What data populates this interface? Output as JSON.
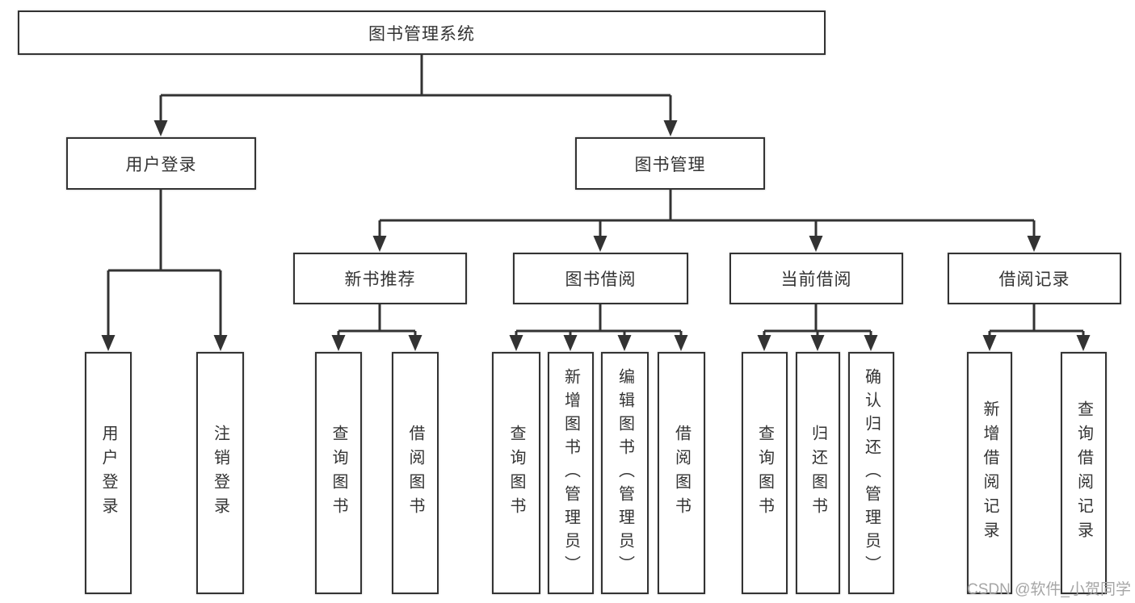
{
  "diagram": {
    "title": "图书管理系统",
    "level2": [
      "用户登录",
      "图书管理"
    ],
    "level3": [
      "新书推荐",
      "图书借阅",
      "当前借阅",
      "借阅记录"
    ],
    "leaves": {
      "user_login": [
        "用户登录",
        "注销登录"
      ],
      "new_book_recommend": [
        "查询图书",
        "借阅图书"
      ],
      "book_borrow": [
        "查询图书",
        "新增图书（管理员）",
        "编辑图书（管理员）",
        "借阅图书"
      ],
      "current_borrow": [
        "查询图书",
        "归还图书",
        "确认归还（管理员）"
      ],
      "borrow_record": [
        "新增借阅记录",
        "查询借阅记录"
      ]
    }
  },
  "watermark": "CSDN @软件_小贺同学",
  "colors": {
    "line": "#333333",
    "text": "#333333",
    "box_background": "#ffffff",
    "page_background": "#ffffff",
    "watermark": "#a6a6a6"
  }
}
